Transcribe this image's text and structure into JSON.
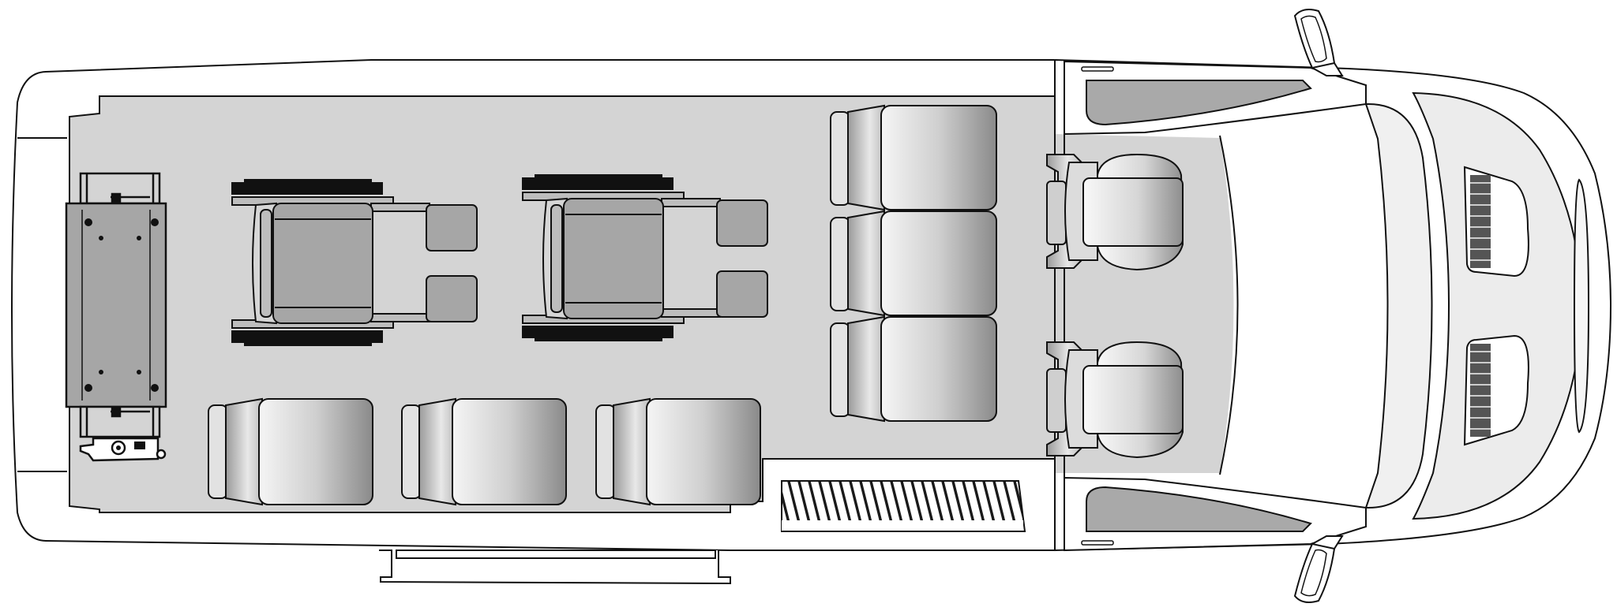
{
  "diagram": {
    "kind": "van-floor-plan-top-view",
    "colors": {
      "floor": "#d4d4d4",
      "outline": "#111111",
      "body": "#ffffff",
      "seat_dark": "#8c8c8c",
      "seat_light": "#f4f4f4",
      "glass": "#a9a9a9",
      "wheelchair_frame": "#a6a6a6",
      "tire": "#111111"
    },
    "components": {
      "passenger_seats": 6,
      "front_seats": 2,
      "wheelchair_positions": 2,
      "rear_lift": 1,
      "side_step": 1,
      "mirrors": 2,
      "vents": 2
    },
    "icons": [
      "seat-icon",
      "wheelchair-icon",
      "lift-icon",
      "step-icon",
      "mirror-icon",
      "vent-icon"
    ]
  }
}
